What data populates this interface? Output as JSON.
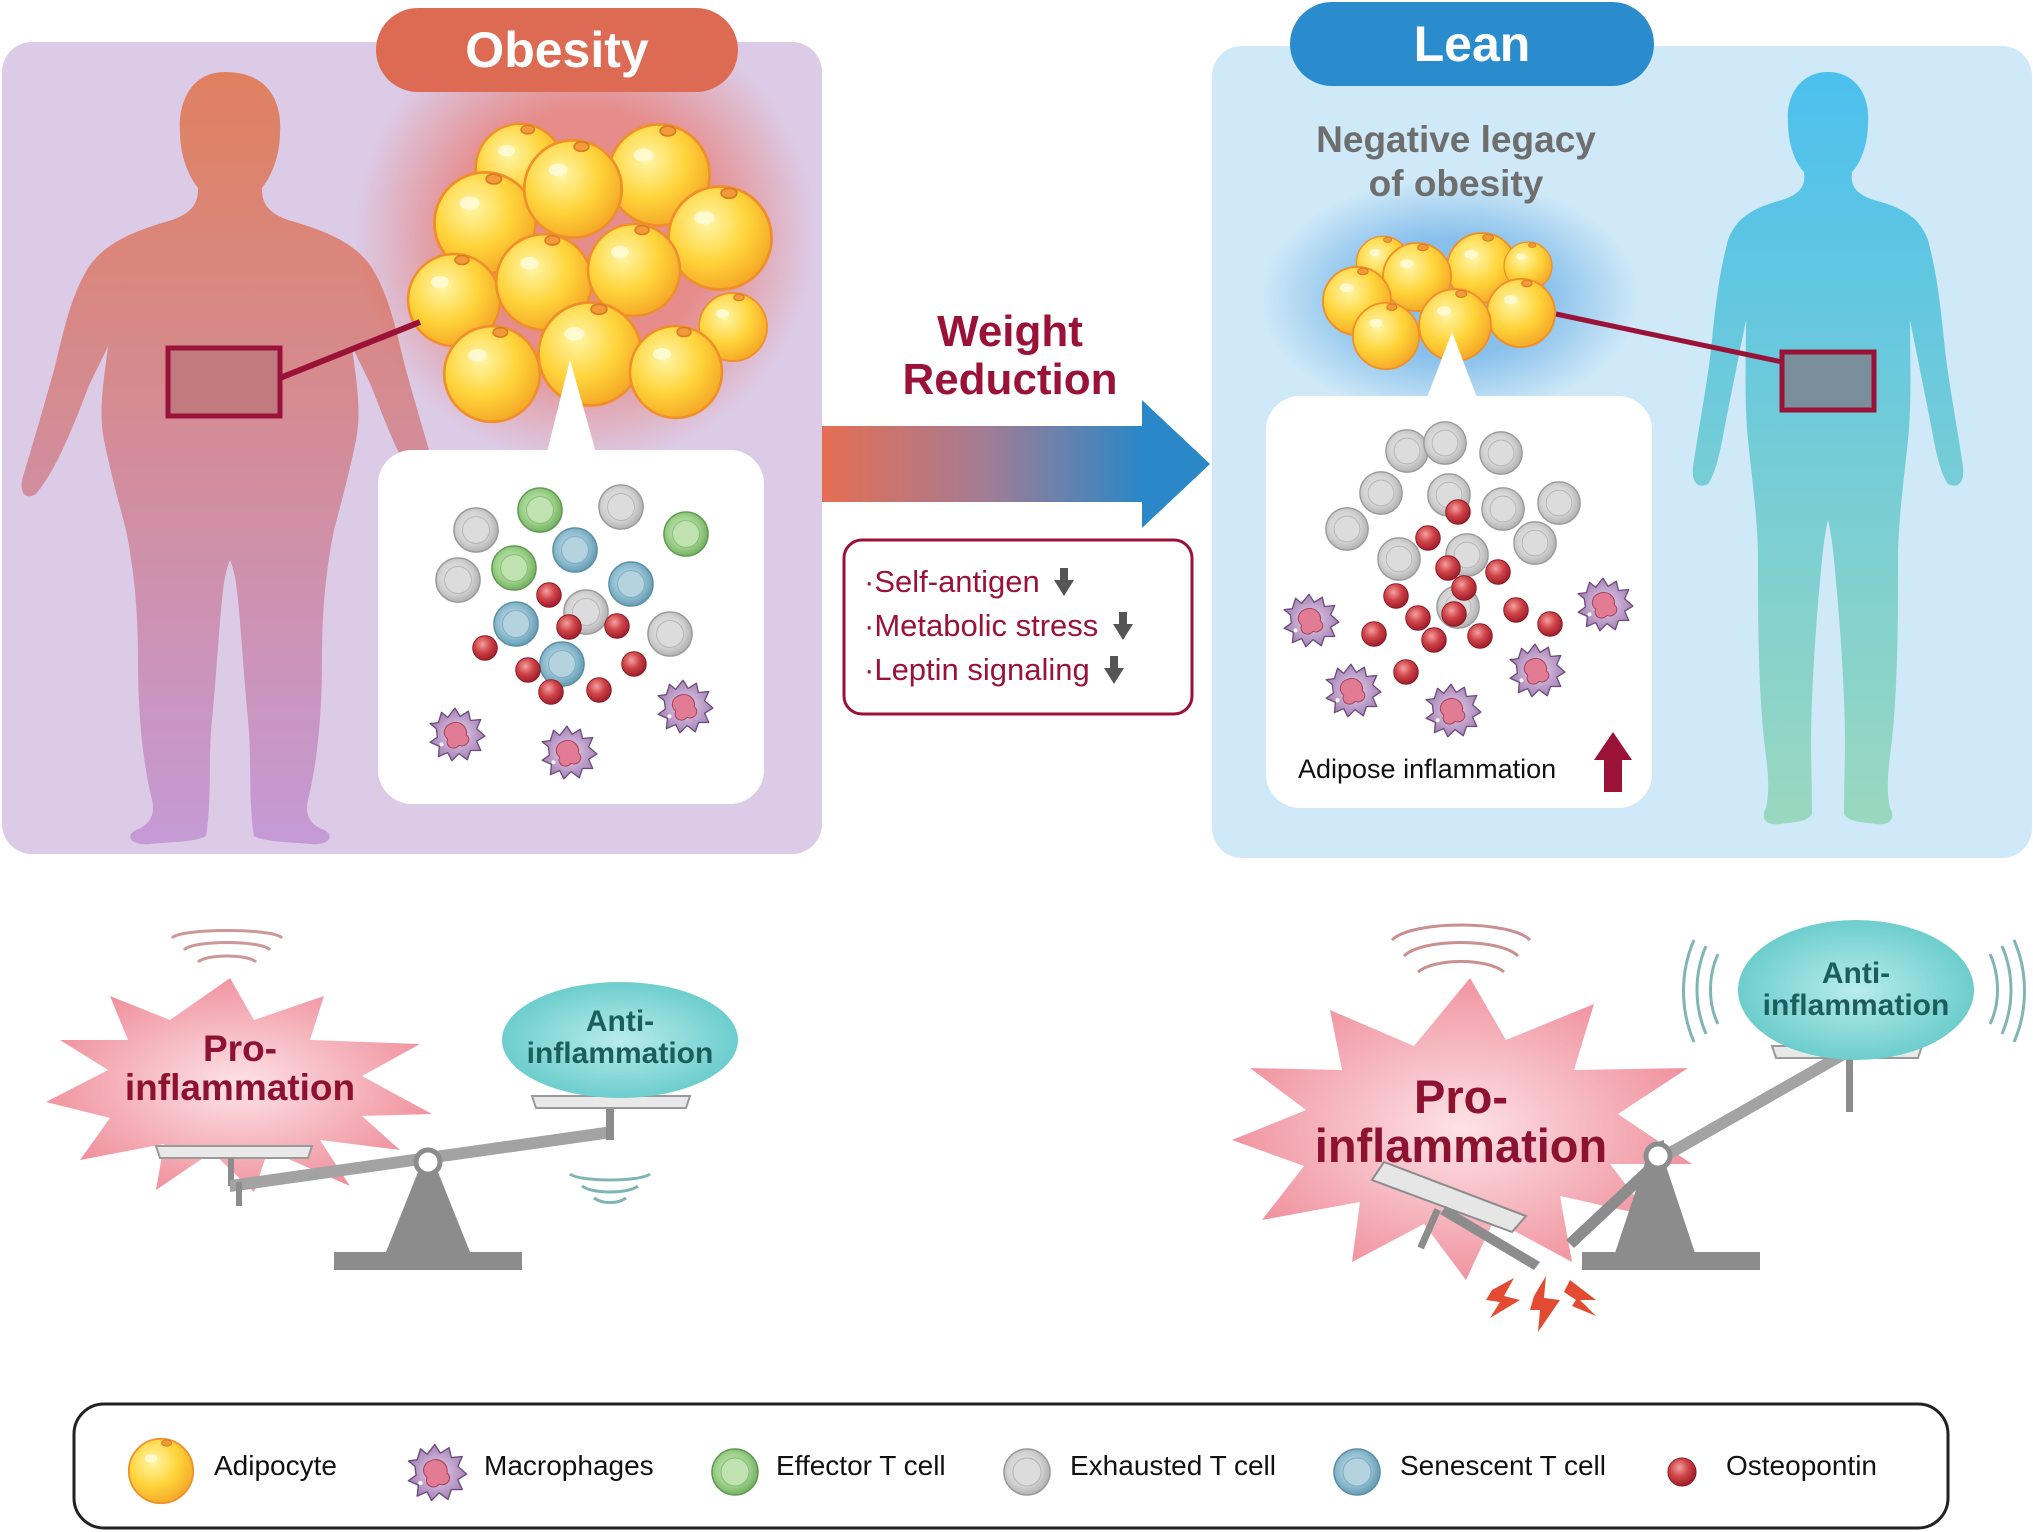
{
  "panels": {
    "obesity": {
      "title": "Obesity",
      "color": "#dd6a53"
    },
    "lean": {
      "title": "Lean",
      "color": "#2a8ccc",
      "legacy_line1": "Negative legacy",
      "legacy_line2": "of obesity",
      "inflammation_label": "Adipose inflammation"
    }
  },
  "transition": {
    "title_line1": "Weight",
    "title_line2": "Reduction",
    "factors": [
      "·Self-antigen",
      "·Metabolic stress",
      "·Leptin signaling"
    ],
    "arrow_icon": "down-arrow-icon"
  },
  "balance_left": {
    "pro_line1": "Pro-",
    "pro_line2": "inflammation",
    "anti_line1": "Anti-",
    "anti_line2": "inflammation"
  },
  "balance_right": {
    "pro_line1": "Pro-",
    "pro_line2": "inflammation",
    "anti_line1": "Anti-",
    "anti_line2": "inflammation"
  },
  "legend": [
    {
      "label": "Adipocyte",
      "icon": "adipocyte-icon"
    },
    {
      "label": "Macrophages",
      "icon": "macrophage-icon"
    },
    {
      "label": "Effector T cell",
      "icon": "effector-t-cell-icon"
    },
    {
      "label": "Exhausted T cell",
      "icon": "exhausted-t-cell-icon"
    },
    {
      "label": "Senescent T cell",
      "icon": "senescent-t-cell-icon"
    },
    {
      "label": "Osteopontin",
      "icon": "osteopontin-icon"
    }
  ],
  "colors": {
    "accent": "#9b1239",
    "effector": "#8bc67a",
    "exhausted": "#c9c9c9",
    "senescent": "#7fb1c4",
    "osteopontin": "#c43a43",
    "macrophage": "#a07aae",
    "pro_inflammation": "#ef8d98",
    "anti_inflammation": "#6ccfcf"
  }
}
